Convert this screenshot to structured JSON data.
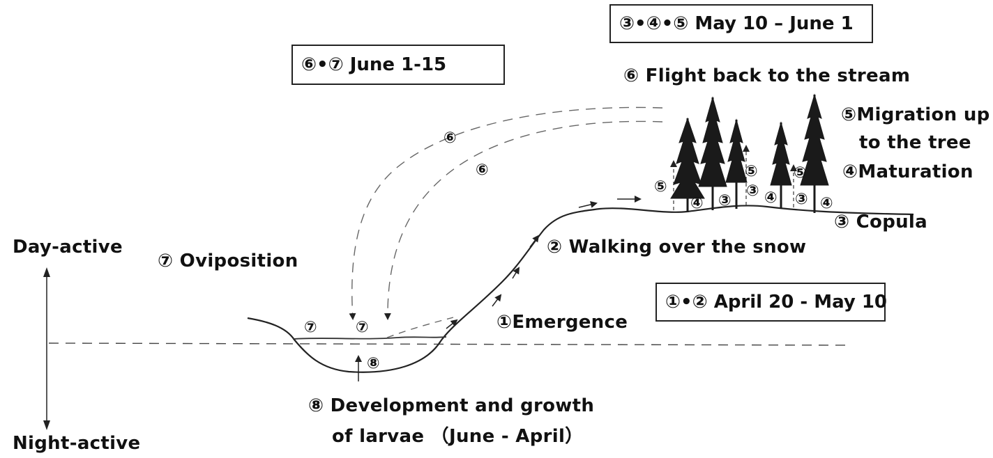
{
  "periods": {
    "p345": "③•④•⑤  May 10 – June 1",
    "p67": "⑥•⑦    June 1-15",
    "p12": "①•② April 20 - May 10"
  },
  "labels": {
    "flight_back": "⑥ Flight back to the stream",
    "migration_1": "⑤Migration up",
    "migration_2": "to the tree",
    "maturation": "④Maturation",
    "copula": "③ Copula",
    "walking": "② Walking over the  snow",
    "emergence": "①Emergence",
    "oviposition": "⑦ Oviposition",
    "development_1": "⑧ Development and growth",
    "development_2": "of larvae   （June - April）",
    "day_active": "Day-active",
    "night_active": "Night-active"
  },
  "markers": {
    "m6": "⑥",
    "m7": "⑦",
    "m8": "⑧",
    "m5": "⑤",
    "m4": "④",
    "m3": "③"
  }
}
